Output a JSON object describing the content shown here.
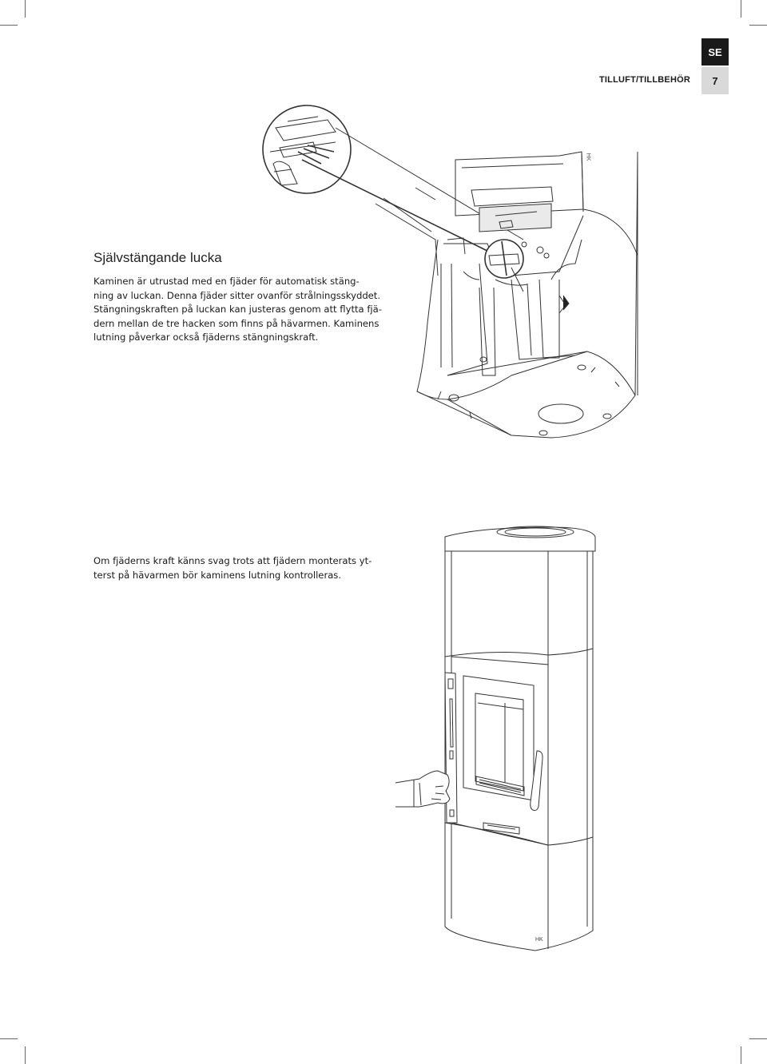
{
  "header": {
    "language": "SE",
    "section": "TILLUFT/TILLBEHÖR",
    "page_number": "7"
  },
  "section1": {
    "heading": "Självstängande lucka",
    "lines": [
      "Kaminen är utrustad med en fjäder för automatisk stäng-",
      "ning av luckan. Denna fjäder sitter ovanför strålningsskyddet.",
      "Stängningskraften på luckan kan justeras genom att flytta fjä-",
      "dern mellan de tre hacken som finns på hävarmen. Kaminens",
      "lutning påverkar också fjäderns stängningskraft."
    ]
  },
  "section2": {
    "lines": [
      "Om fjäderns kraft känns svag trots att fjädern monterats yt-",
      "terst på hävarmen bör kaminens lutning kontrolleras."
    ]
  },
  "figures": {
    "figure1": {
      "icon": "spring-closeup-illustration",
      "mark": "HK"
    },
    "figure2": {
      "icon": "stove-level-check-illustration",
      "mark": "HK"
    }
  }
}
